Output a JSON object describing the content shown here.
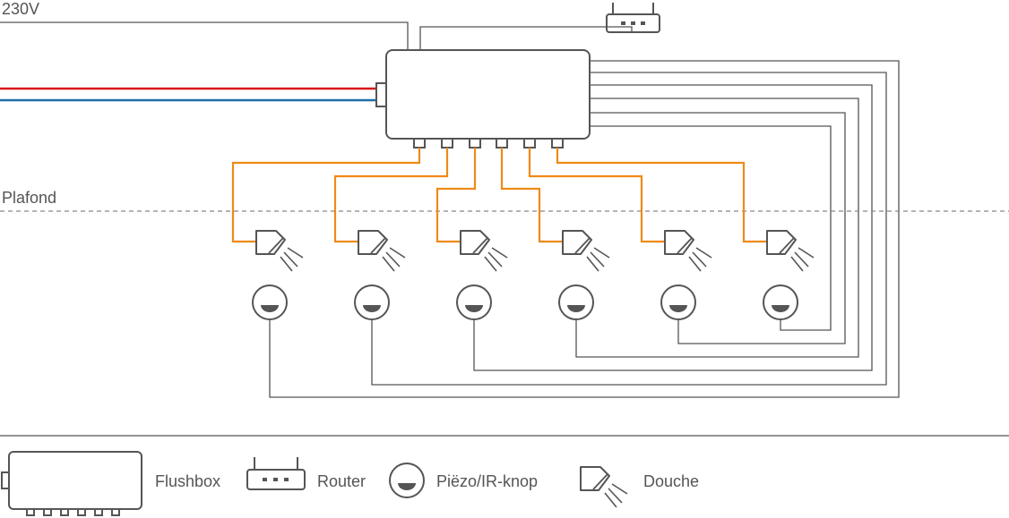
{
  "labels": {
    "voltage": "230V",
    "ceiling": "Plafond"
  },
  "legend": {
    "flushbox": "Flushbox",
    "router": "Router",
    "button": "Piëzo/IR-knop",
    "shower": "Douche"
  },
  "colors": {
    "wire": "#555555",
    "orange_wire": "#ef8a17",
    "pipe_hot": "#d9161c",
    "pipe_cold": "#1f6fa8",
    "ceiling_line": "#888888"
  },
  "icons": [
    "flushbox-icon",
    "router-icon",
    "button-icon",
    "shower-icon"
  ]
}
